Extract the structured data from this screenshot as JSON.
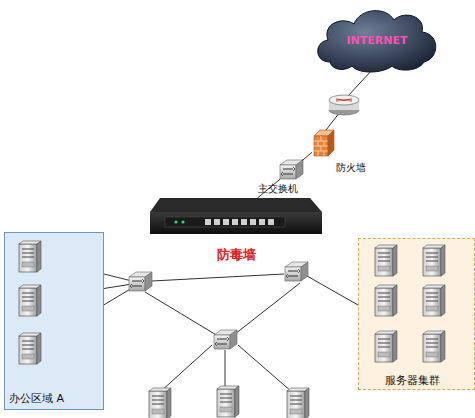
{
  "diagram": {
    "nodes": [
      {
        "text": [
          "INTERNET"
        ]
      },
      {
        "text": [
          "防火墙"
        ]
      },
      {
        "text": [
          "主交换机"
        ]
      },
      {
        "text": [
          "防毒墙"
        ]
      },
      {
        "text": [
          "办公区域 A"
        ]
      },
      {
        "text": [
          "服务器集群"
        ]
      }
    ],
    "edges": [
      {
        "from": 1,
        "to": 2,
        "arrow": "none"
      },
      {
        "from": 2,
        "to": 3,
        "arrow": "none"
      }
    ]
  }
}
